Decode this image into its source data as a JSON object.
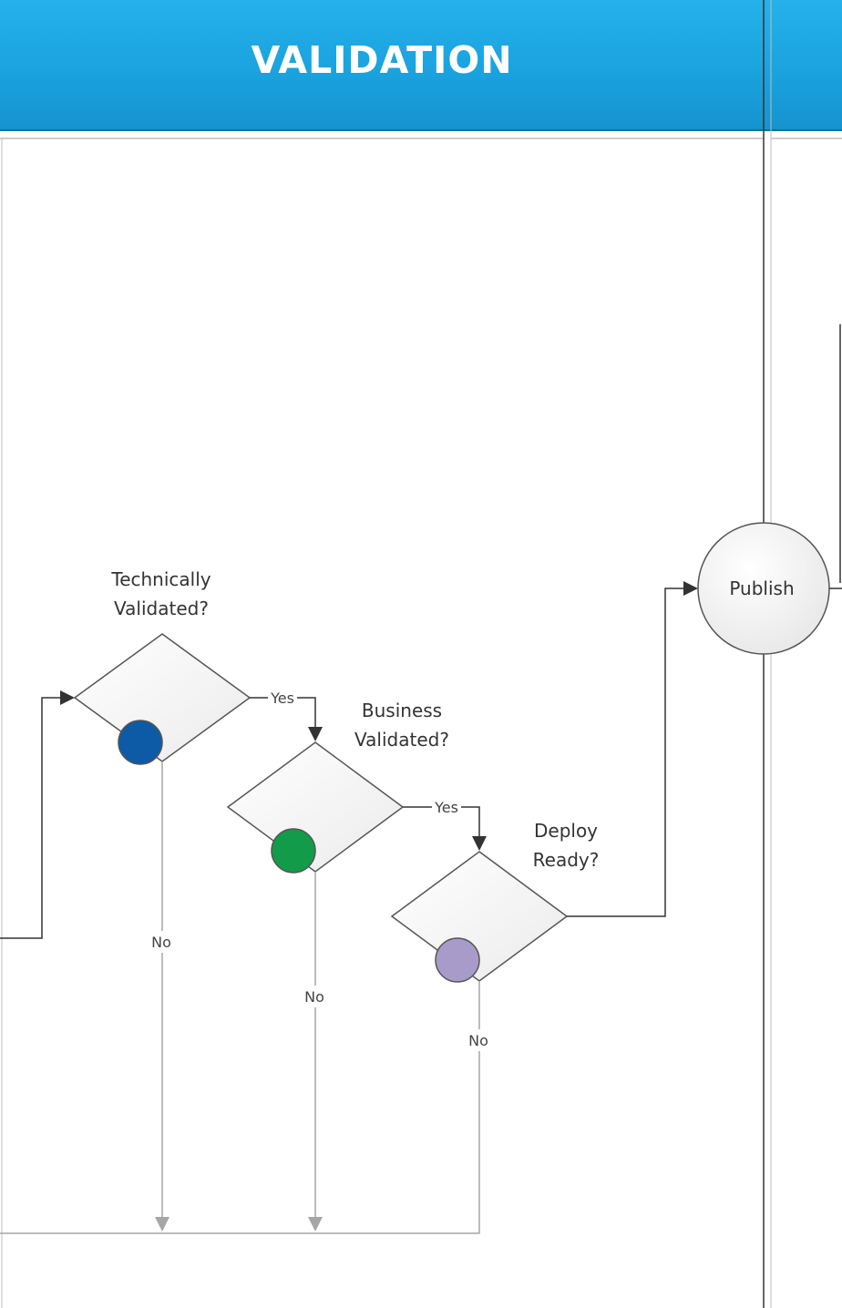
{
  "lane": {
    "title": "VALIDATION",
    "header_color": "#1aa3df"
  },
  "decisions": {
    "technical": {
      "line1": "Technically",
      "line2": "Validated?",
      "marker_color": "#0d5aa7"
    },
    "business": {
      "line1": "Business",
      "line2": "Validated?",
      "marker_color": "#129b49"
    },
    "deploy": {
      "line1": "Deploy",
      "line2": "Ready?",
      "marker_color": "#a89bc9"
    }
  },
  "terminal": {
    "label": "Publish"
  },
  "edges": {
    "yes_label": "Yes",
    "no_label": "No"
  }
}
